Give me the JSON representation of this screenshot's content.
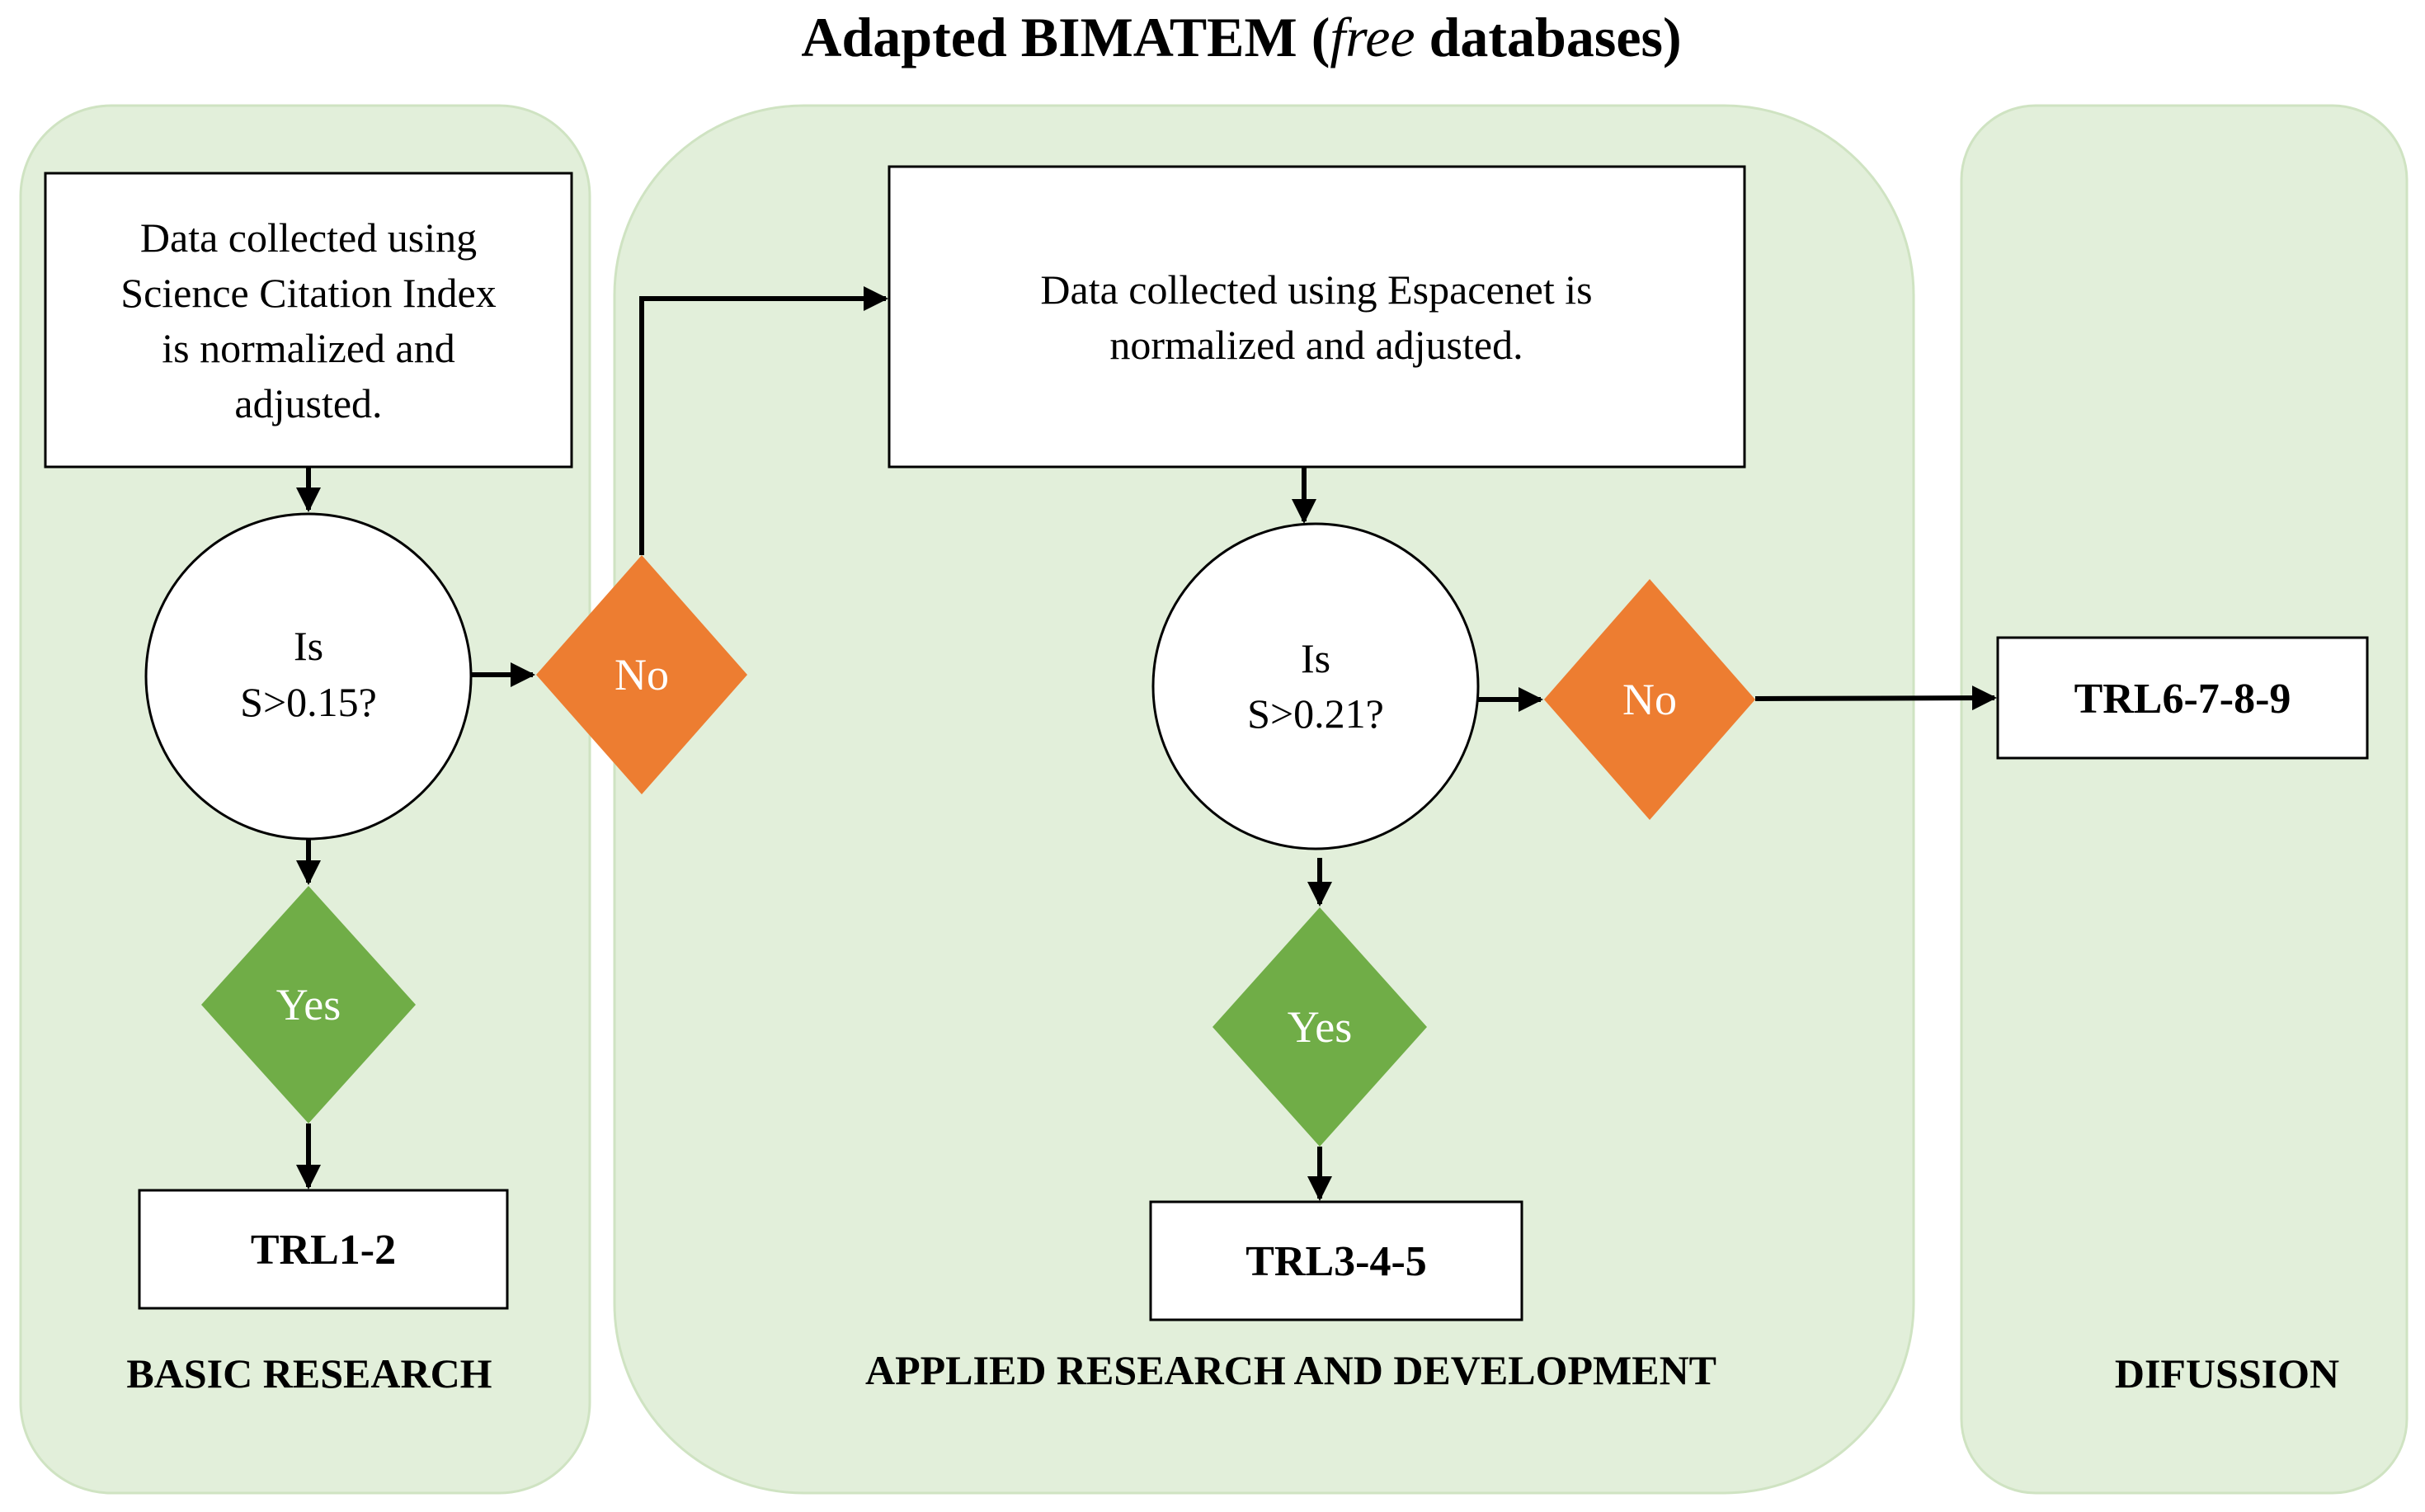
{
  "title": {
    "prefix": "Adapted BIMATEM (",
    "italic": "free",
    "suffix": " databases)"
  },
  "colors": {
    "panel_fill": "#e2efda",
    "panel_stroke": "#cfe3c2",
    "no_fill": "#ed7d31",
    "yes_fill": "#70ad47",
    "line": "#000000"
  },
  "panels": {
    "basic": "BASIC RESEARCH",
    "applied": "APPLIED RESEARCH  AND DEVELOPMENT",
    "diffusion": "DIFUSSION"
  },
  "boxes": {
    "sci_lines": [
      "Data collected using",
      "Science Citation Index",
      "is normalized and",
      "adjusted."
    ],
    "esp_lines": [
      "Data collected using  Espacenet is",
      "normalized and adjusted."
    ]
  },
  "decisions": {
    "q1_lines": [
      "Is",
      "S>0.15?"
    ],
    "q2_lines": [
      "Is",
      "S>0.21?"
    ],
    "no_label": "No",
    "yes_label": "Yes"
  },
  "outcomes": {
    "trl12": "TRL1-2",
    "trl345": "TRL3-4-5",
    "trl6789": "TRL6-7-8-9"
  }
}
